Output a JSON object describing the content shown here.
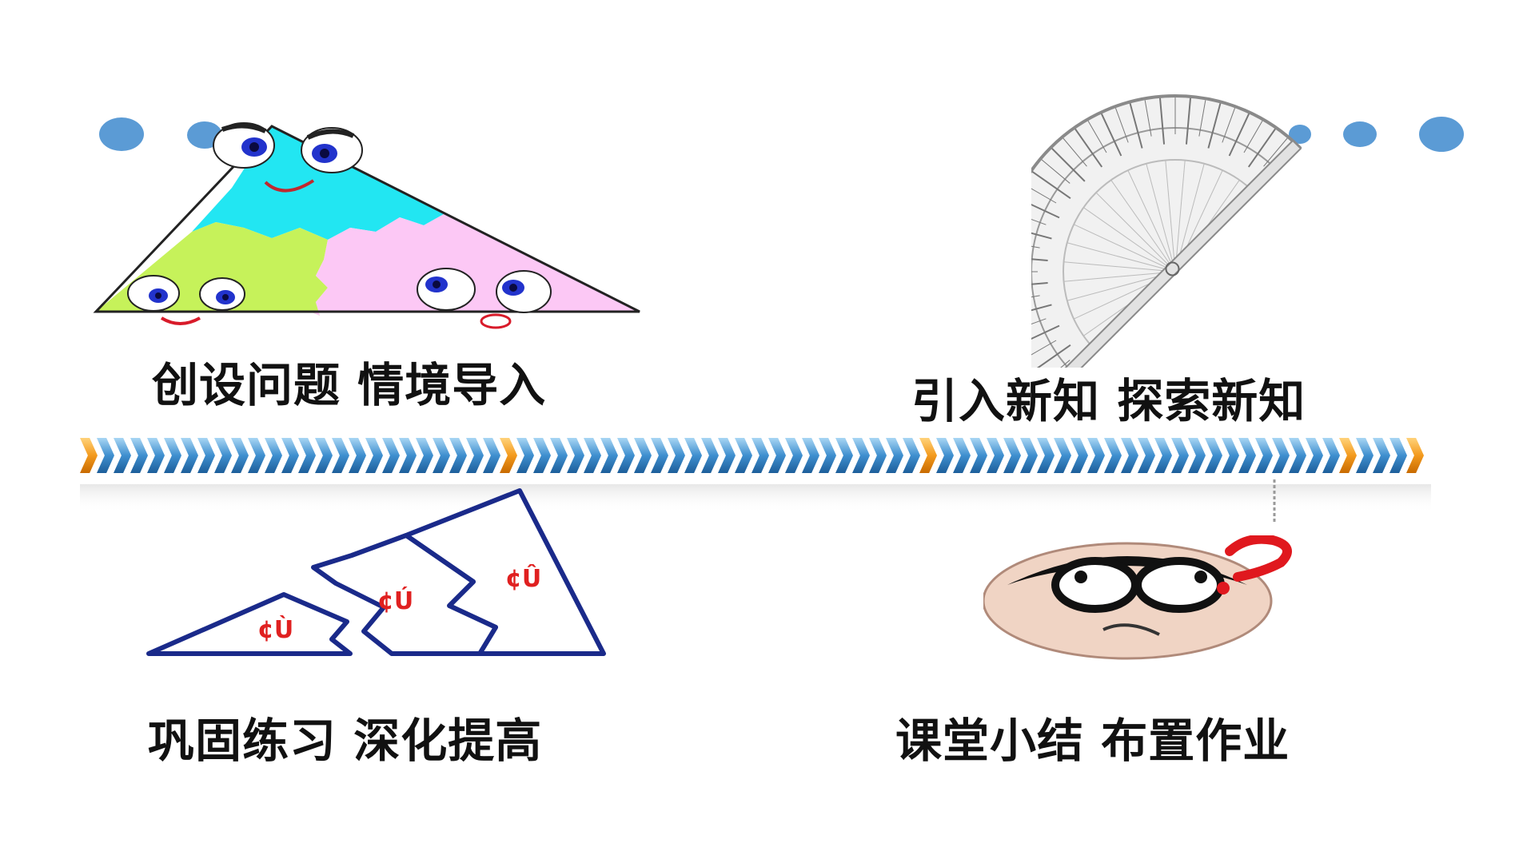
{
  "steps": [
    {
      "label": "创设问题  情境导入"
    },
    {
      "label": "引入新知  探索新知"
    },
    {
      "label": "巩固练习 深化提高"
    },
    {
      "label": "课堂小结 布置作业"
    }
  ],
  "triangle_marks": [
    "¢Ù",
    "¢Ú",
    "¢Û"
  ],
  "colors": {
    "arrow_blue": "#3f8fcf",
    "arrow_orange": "#f39a1e",
    "dot_blue": "#5b9bd5",
    "triangle_outline": "#1a2a8a",
    "mark_red": "#e02020",
    "cyan_region": "#22e6f2",
    "green_region": "#c6f25a",
    "pink_region": "#fcc8f5"
  },
  "icons": [
    "cartoon-triangle-icon",
    "protractor-icon",
    "nested-triangles-icon",
    "confused-face-icon",
    "question-mark-icon"
  ]
}
